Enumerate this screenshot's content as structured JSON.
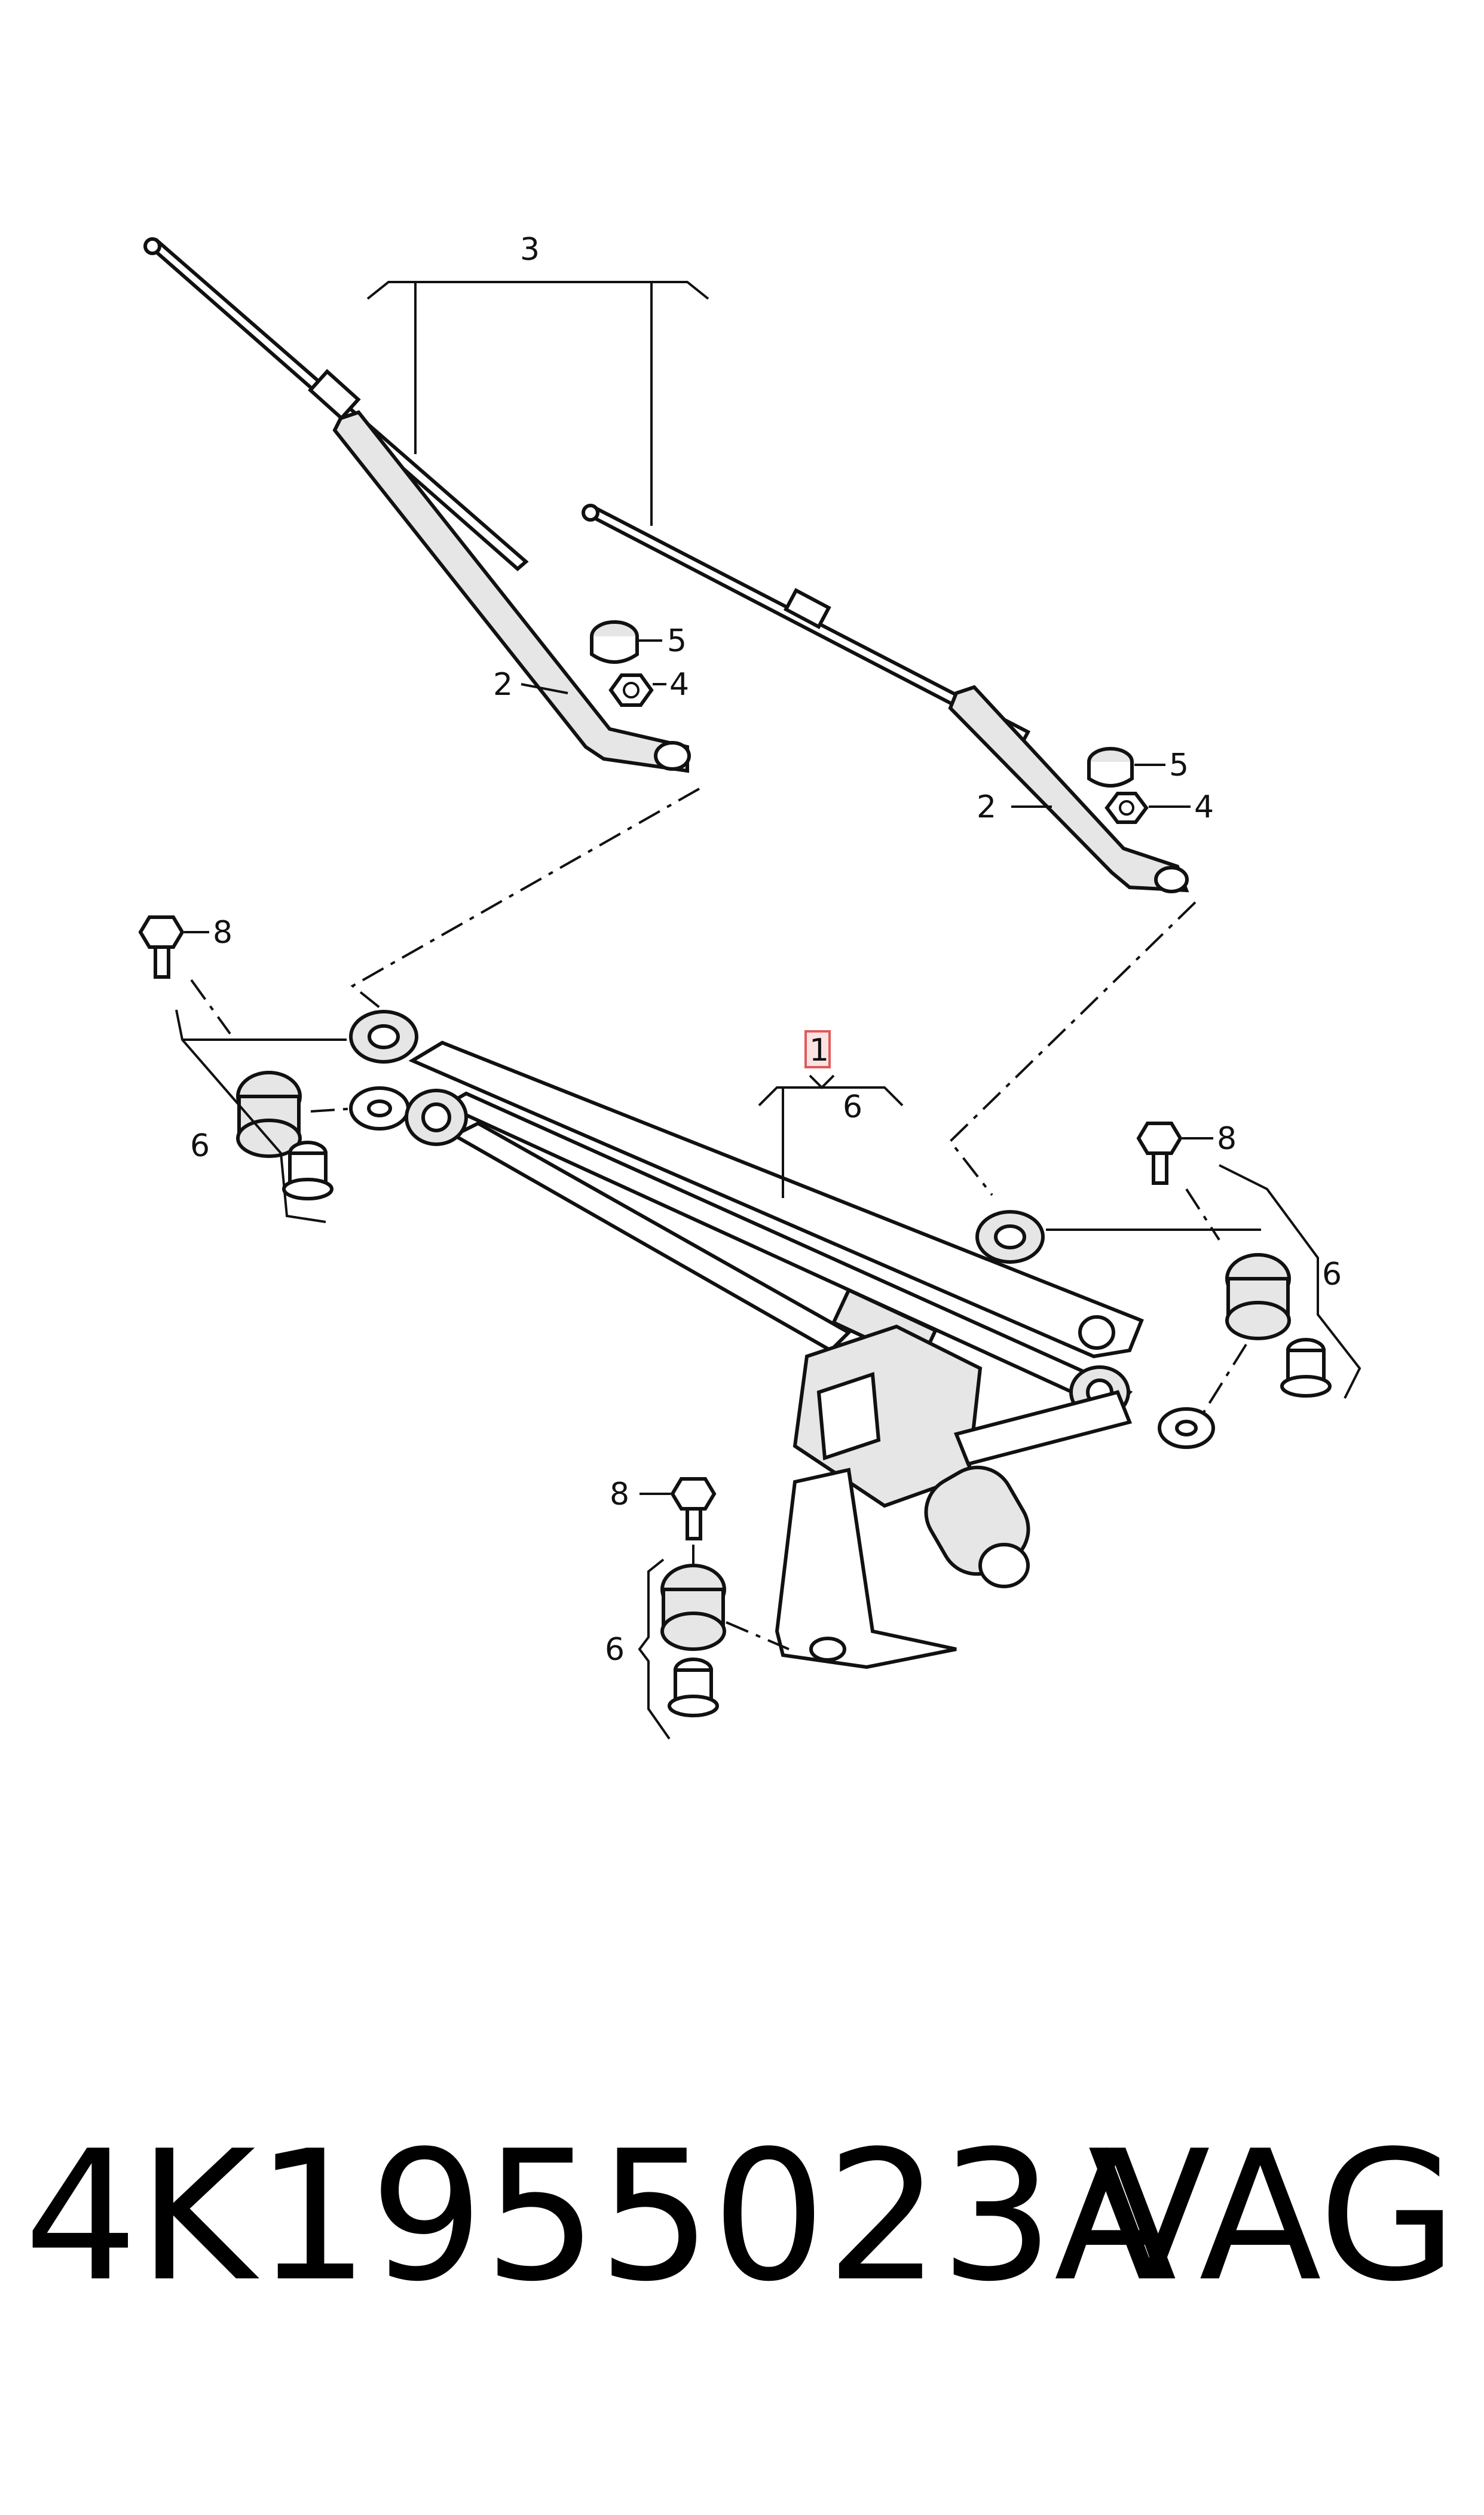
{
  "diagram": {
    "callouts": {
      "assembly_highlighted": "1",
      "wiper_arm_left": "2",
      "wiper_arm_right": "2",
      "wiper_blades": "3",
      "nut_left": "4",
      "nut_right": "4",
      "cap_left": "5",
      "cap_right": "5",
      "subassembly": "6",
      "mount_left": "6",
      "mount_right": "6",
      "mount_bottom": "6",
      "bolt_left": "8",
      "bolt_right": "8",
      "bolt_bottom": "8"
    },
    "highlight_color": "#e05a5a"
  },
  "footer": {
    "part_number": "4K1955023A",
    "brand": "VAG"
  }
}
